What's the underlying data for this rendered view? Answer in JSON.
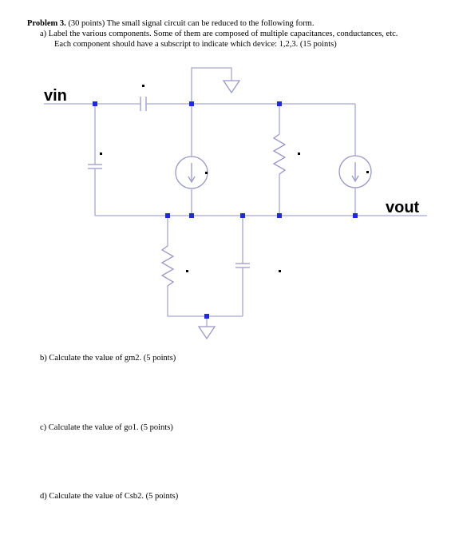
{
  "problem": {
    "number": "Problem 3.",
    "intro": "(30 points) The small signal circuit can be reduced to the following form."
  },
  "parts": {
    "a_line1": "a)  Label the various components. Some of them are composed of multiple capacitances, conductances, etc.",
    "a_line2": "Each component should have a subscript to indicate which device: 1,2,3. (15 points)",
    "b": "b)   Calculate the value of gm2. (5 points)",
    "c": "c)   Calculate the value of go1. (5 points)",
    "d": "d)   Calculate the value of Csb2. (5 points)"
  },
  "circuit": {
    "input_label": "vin",
    "output_label": "vout"
  }
}
